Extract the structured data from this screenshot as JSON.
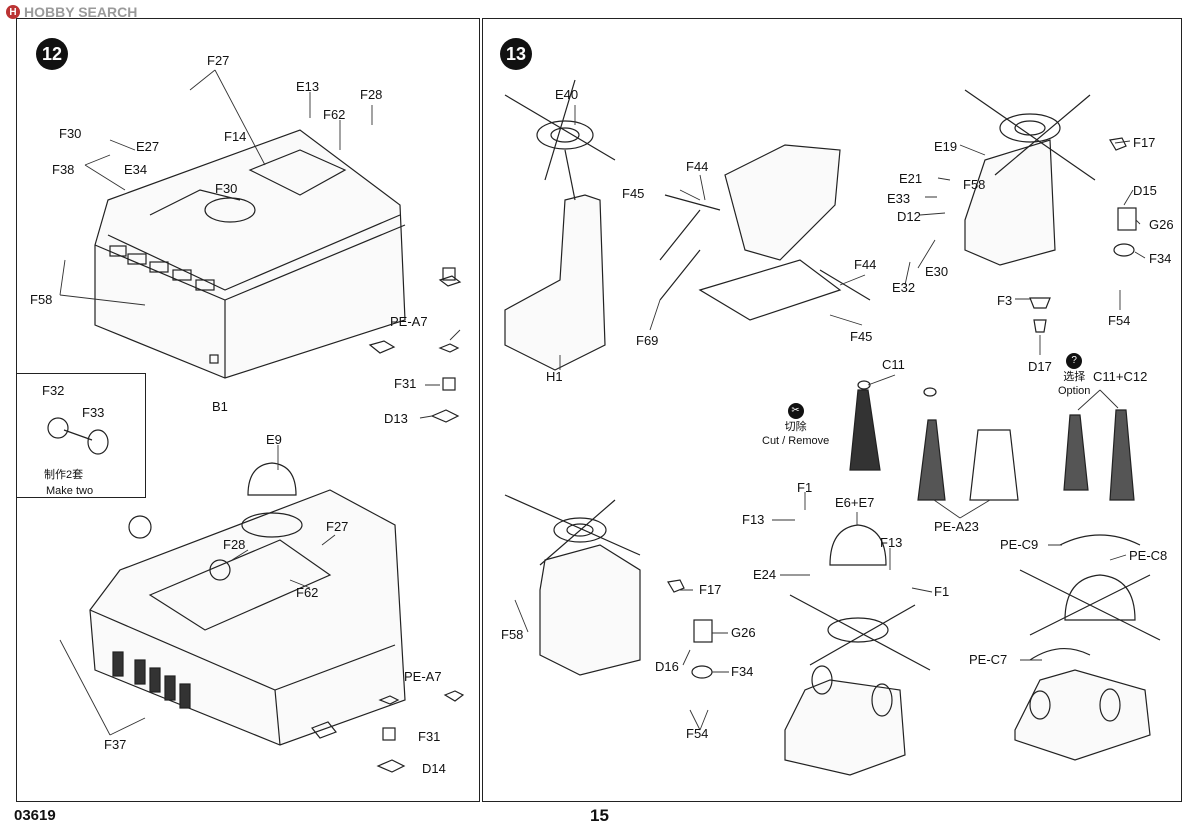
{
  "watermark": {
    "text": "HOBBY SEARCH",
    "icon": "hobbysearch-logo-icon"
  },
  "steps": {
    "left": "12",
    "right": "13"
  },
  "footer": {
    "code": "03619",
    "page": "15"
  },
  "inset": {
    "parts": [
      "F32",
      "F33"
    ],
    "note_cn": "制作2套",
    "note_en": "Make two"
  },
  "step12": {
    "upper_labels": [
      "F27",
      "E13",
      "F28",
      "F62",
      "F30",
      "E27",
      "F14",
      "F38",
      "E34",
      "F30",
      "F58",
      "B1",
      "PE-A7",
      "F31",
      "D13"
    ],
    "lower_labels": [
      "E9",
      "F27",
      "F28",
      "F62",
      "F37",
      "PE-A7",
      "F31",
      "D14"
    ]
  },
  "step13": {
    "labels_a": [
      "E40",
      "H1",
      "F44",
      "F45",
      "F69",
      "F44",
      "F45"
    ],
    "labels_b": [
      "E19",
      "F17",
      "E21",
      "F58",
      "D15",
      "E33",
      "D12",
      "G26",
      "E30",
      "F34",
      "E32",
      "F3",
      "F54",
      "D17"
    ],
    "cut_note": {
      "cn": "切除",
      "en": "Cut / Remove"
    },
    "option_note": {
      "cn": "选择",
      "en": "Option"
    },
    "labels_c": [
      "C11",
      "C11+C12",
      "PE-A23"
    ],
    "labels_d": [
      "F58",
      "F17",
      "G26",
      "D16",
      "F34",
      "F54"
    ],
    "labels_e": [
      "F1",
      "E6+E7",
      "F13",
      "F13",
      "E24",
      "F1"
    ],
    "labels_f": [
      "PE-C9",
      "PE-C8",
      "PE-C7"
    ]
  }
}
